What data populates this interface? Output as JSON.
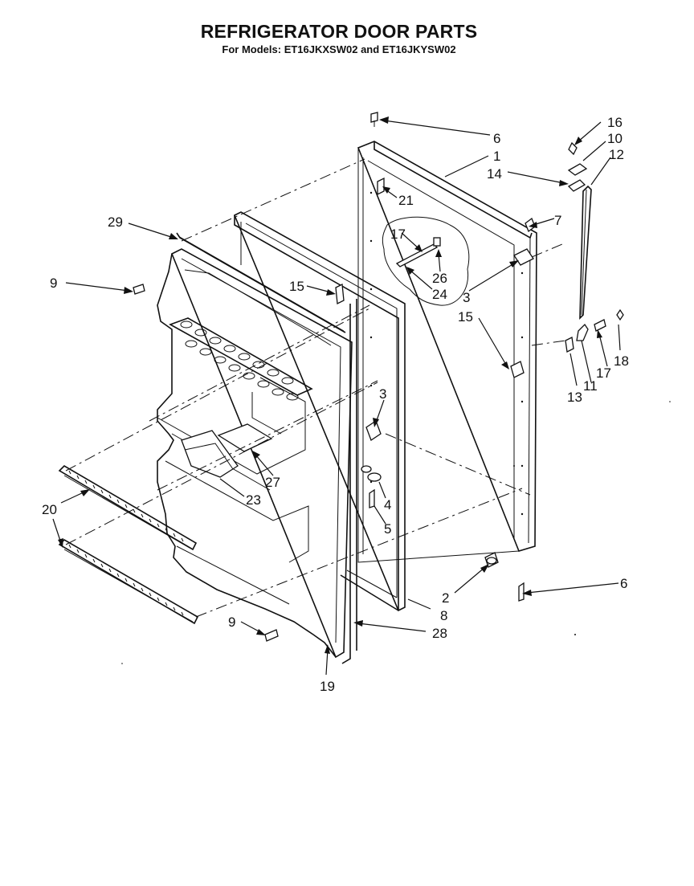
{
  "title": "REFRIGERATOR DOOR PARTS",
  "subtitle": "For Models: ET16JKXSW02 and ET16JKYSW02",
  "callouts": {
    "c1": "1",
    "c2": "2",
    "c3a": "3",
    "c3b": "3",
    "c4": "4",
    "c5": "5",
    "c6a": "6",
    "c6b": "6",
    "c7": "7",
    "c8": "8",
    "c9a": "9",
    "c9b": "9",
    "c10": "10",
    "c11": "11",
    "c12": "12",
    "c13": "13",
    "c14": "14",
    "c15a": "15",
    "c15b": "15",
    "c16": "16",
    "c17a": "17",
    "c17b": "17",
    "c18": "18",
    "c19": "19",
    "c20": "20",
    "c21": "21",
    "c23": "23",
    "c24": "24",
    "c26": "26",
    "c27": "27",
    "c28": "28",
    "c29": "29"
  }
}
